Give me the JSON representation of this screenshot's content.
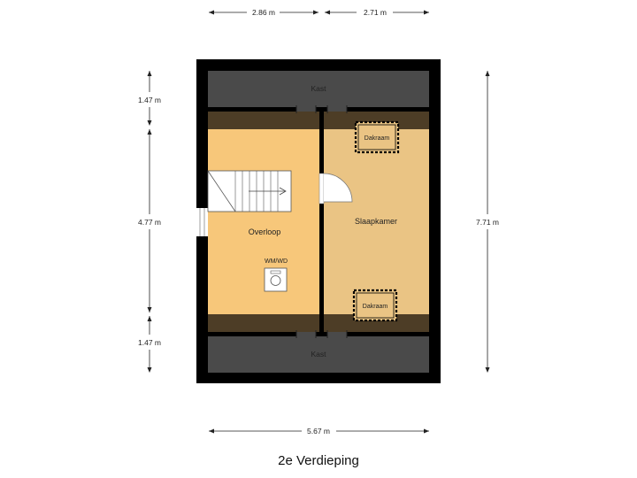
{
  "floor": {
    "title": "2e Verdieping",
    "rooms": {
      "kast_top": "Kast",
      "kast_bottom": "Kast",
      "overloop": "Overloop",
      "slaapkamer": "Slaapkamer",
      "wm_wd": "WM/WD",
      "dakraam_top": "Dakraam",
      "dakraam_bottom": "Dakraam"
    },
    "dimensions": {
      "top_left_width": "2.86 m",
      "top_right_width": "2.71 m",
      "bottom_total_width": "5.67 m",
      "left_top_height": "1.47 m",
      "left_middle_height": "4.77 m",
      "left_bottom_height": "1.47 m",
      "right_total_height": "7.71 m"
    },
    "colors": {
      "wall": "#000000",
      "kast": "#4a4a4a",
      "overloop": "#f7c77a",
      "slaapkamer": "#eac484",
      "slope_shadow": "#4d3d26"
    }
  }
}
